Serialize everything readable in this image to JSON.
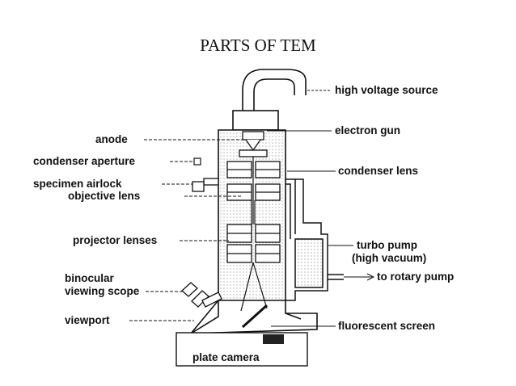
{
  "title": "PARTS OF TEM",
  "labels": {
    "high_voltage_source": "high voltage source",
    "electron_gun": "electron gun",
    "anode": "anode",
    "condenser_aperture": "condenser aperture",
    "condenser_lens": "condenser lens",
    "specimen_airlock": "specimen airlock",
    "objective_lens": "objective lens",
    "projector_lenses": "projector lenses",
    "turbo_pump_line1": "turbo pump",
    "turbo_pump_line2": "(high vacuum)",
    "to_rotary_pump": "to rotary pump",
    "binocular_line1": "binocular",
    "binocular_line2": "viewing scope",
    "viewport": "viewport",
    "fluorescent_screen": "fluorescent screen",
    "plate_camera": "plate camera"
  }
}
